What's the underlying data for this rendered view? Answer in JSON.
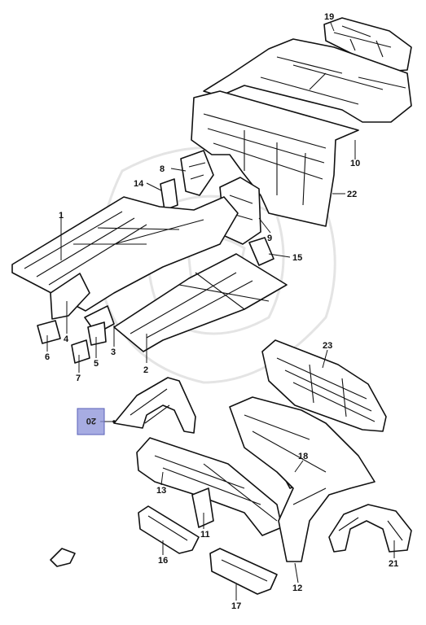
{
  "callouts": {
    "c1": "1",
    "c2": "2",
    "c3": "3",
    "c4": "4",
    "c5": "5",
    "c6": "6",
    "c7": "7",
    "c8": "8",
    "c9": "9",
    "c10": "10",
    "c11": "11",
    "c12": "12",
    "c13": "13",
    "c14": "14",
    "c15": "15",
    "c16": "16",
    "c17": "17",
    "c18": "18",
    "c19": "19",
    "c20": "20",
    "c21": "21",
    "c22": "22",
    "c23": "23"
  },
  "highlight_color": "#8a90d8"
}
